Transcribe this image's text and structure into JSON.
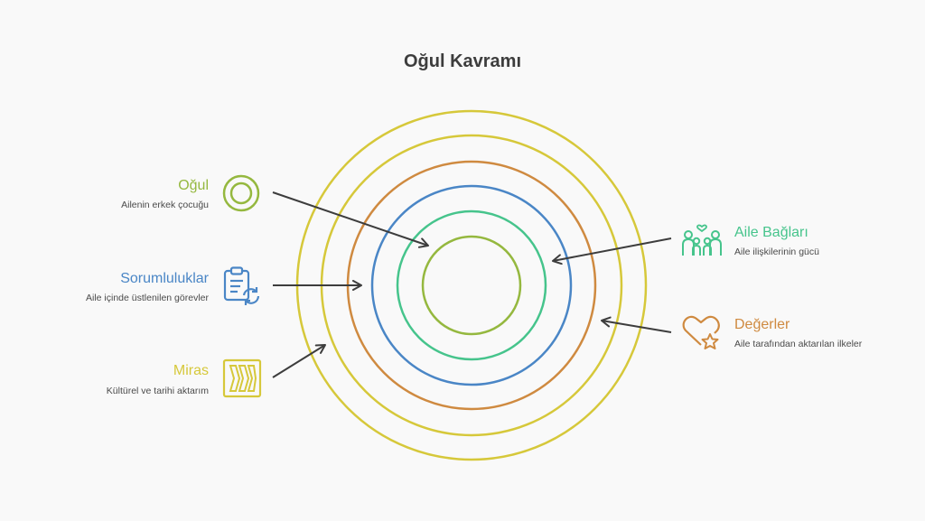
{
  "title": "Oğul Kavramı",
  "colors": {
    "yellow": "#d6c83a",
    "olive": "#95b83f",
    "green": "#46c48c",
    "blue": "#4a86c6",
    "orange": "#cf8a40",
    "arrow": "#3d3d3d"
  },
  "items": {
    "ogul": {
      "label": "Oğul",
      "desc": "Ailenin erkek çocuğu",
      "icon": "ring-icon"
    },
    "sorumluluklar": {
      "label": "Sorumluluklar",
      "desc": "Aile içinde üstlenilen görevler",
      "icon": "clipboard-refresh-icon"
    },
    "miras": {
      "label": "Miras",
      "desc": "Kültürel ve tarihi aktarım",
      "icon": "scrolls-icon"
    },
    "aile_baglari": {
      "label": "Aile Bağları",
      "desc": "Aile ilişkilerinin gücü",
      "icon": "family-heart-icon"
    },
    "degerler": {
      "label": "Değerler",
      "desc": "Aile tarafından aktarılan ilkeler",
      "icon": "heart-star-icon"
    }
  }
}
